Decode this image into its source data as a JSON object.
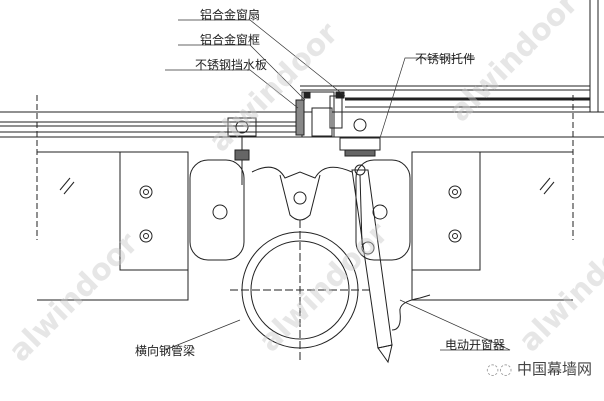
{
  "labels": {
    "sash": "铝合金窗扇",
    "frame": "铝合金窗框",
    "water_board": "不锈钢挡水板",
    "bracket": "不锈钢托件",
    "beam": "横向钢管梁",
    "opener": "电动开窗器"
  },
  "watermark": "alwindoor",
  "brand": "中国幕墙网"
}
